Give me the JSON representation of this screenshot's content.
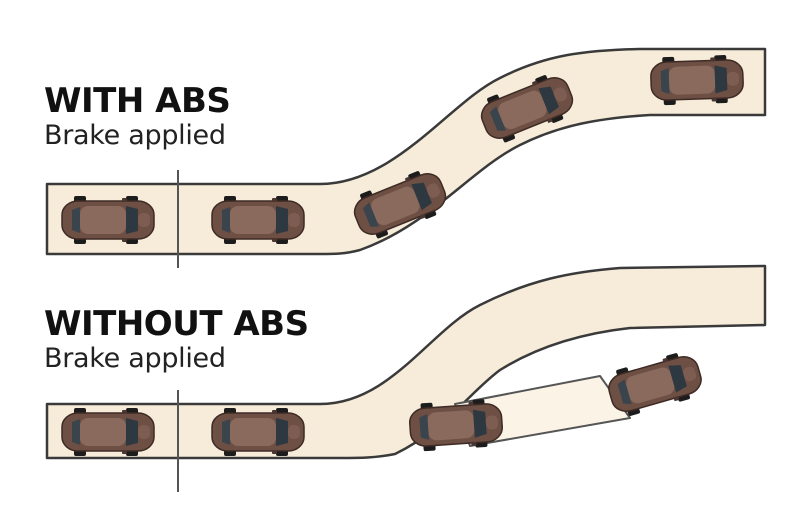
{
  "scenarios": [
    {
      "title": "WITH ABS",
      "subtitle": "Brake applied"
    },
    {
      "title": "WITHOUT ABS",
      "subtitle": "Brake applied"
    }
  ],
  "colors": {
    "road_fill": "#f6ecd9",
    "road_edge": "#3a3a3a",
    "skid_fill": "#fbf3e6",
    "brake_line": "#555555",
    "car_body": "#6e4f44",
    "car_roof": "#8a6a5d",
    "car_glass": "#2e3840",
    "car_tire": "#1c1c1c"
  },
  "icons": {
    "car": "car-top-view-icon",
    "brake_marker": "brake-point-marker"
  }
}
